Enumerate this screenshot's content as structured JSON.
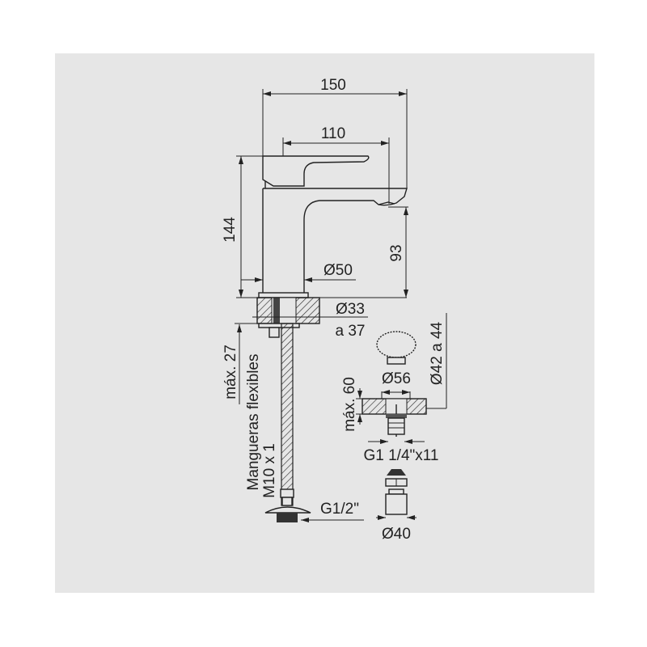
{
  "drawing": {
    "dimensions": {
      "overall_length": "150",
      "spout_reach": "110",
      "total_height": "144",
      "spout_height": "93",
      "body_diameter": "Ø50",
      "hole_diameter": "Ø33",
      "hole_diameter_range": "a 37",
      "max_thickness": "máx. 27",
      "hoses_label": "Mangueras flexibles",
      "hose_thread": "M10 x 1",
      "hose_connection": "G1/2\"",
      "drain_plug_range": "Ø42 a 44",
      "drain_flange": "Ø56",
      "drain_max": "máx. 60",
      "drain_thread": "G1 1/4\"x11",
      "drain_bottom": "Ø40"
    }
  }
}
